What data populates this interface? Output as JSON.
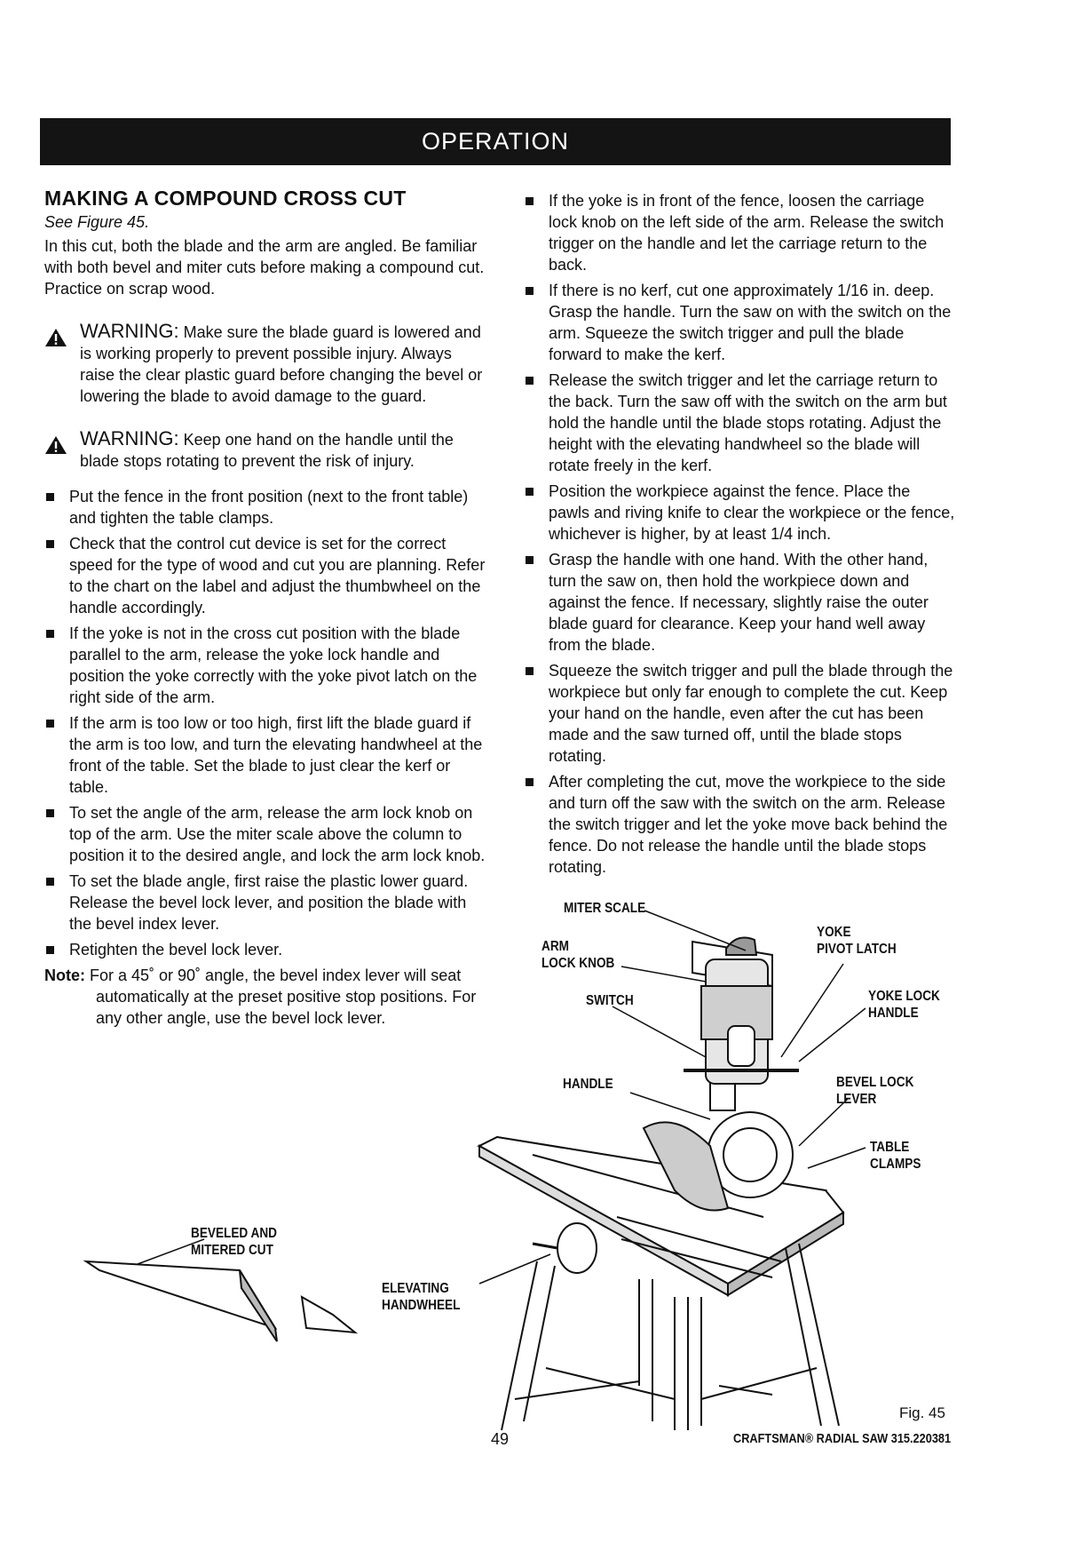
{
  "banner": "OPERATION",
  "section": {
    "title": "MAKING A COMPOUND CROSS CUT",
    "see": "See Figure 45.",
    "intro": "In this cut, both the blade and the arm are angled. Be familiar with both bevel and miter cuts before making a compound cut. Practice on scrap wood.",
    "warnings": [
      {
        "label": "WARNING:",
        "text": " Make sure the blade guard is lowered and is working properly to prevent possible injury. Always raise the clear plastic guard before changing the bevel or lowering the blade to avoid damage to the guard."
      },
      {
        "label": "WARNING:",
        "text": " Keep one hand on the handle until the blade stops rotating to prevent the risk of injury."
      }
    ],
    "steps_left": [
      "Put the fence in the front position (next to the front table) and tighten the table clamps.",
      "Check that the control cut device is set for the correct speed for the type of wood and cut you are planning. Refer to the chart on the label and adjust the thumbwheel on the handle accordingly.",
      "If the yoke is not in the cross cut position with the blade parallel to the arm, release the yoke lock handle and position the yoke correctly with the yoke pivot latch on the right side of the arm.",
      "If the arm is too low or too high, first lift the blade guard if the arm is too low, and turn the elevating handwheel at the front of the table. Set the blade to just clear the kerf or table.",
      "To set the angle of the arm, release the arm lock knob on top of the arm. Use the miter scale above the column to position it to the desired angle, and lock the arm lock knob.",
      "To set the blade angle, first raise the plastic lower guard. Release the bevel lock lever, and position the blade with the bevel index lever.",
      "Retighten the bevel lock lever."
    ],
    "note_label": "Note:",
    "note_text": " For a 45˚ or 90˚ angle, the bevel index lever will seat automatically at the preset positive stop positions. For any other angle, use the bevel lock lever.",
    "steps_right": [
      "If the yoke is in front of the fence, loosen the carriage lock knob on the left side of the arm. Release the switch trigger on the handle and let the carriage return to the back.",
      "If there is no kerf, cut one approximately 1/16 in. deep. Grasp the handle. Turn the saw on with the switch on the arm. Squeeze the switch trigger and pull the blade forward to make the kerf.",
      "Release the switch trigger and let the carriage return to the back. Turn the saw off with the switch on the arm but hold the handle until the blade stops rotating. Adjust the height with the elevating handwheel so the blade will rotate freely in the kerf.",
      "Position the workpiece against the fence. Place the pawls and riving knife to clear the workpiece or the fence, whichever is higher, by at least 1/4 inch.",
      "Grasp the handle with one hand. With the other hand, turn the saw on, then hold the workpiece down and against the fence. If necessary, slightly raise the outer blade guard for clearance. Keep your hand well away from the blade.",
      "Squeeze the switch trigger and pull the blade through the workpiece but only far enough to complete the cut. Keep your hand on the handle, even after the cut has been made and the saw turned off, until the blade stops rotating.",
      "After completing the cut, move the workpiece to the side and turn off the saw with the switch on the arm. Release the switch trigger and let the yoke move back behind the fence. Do not release the handle until the blade stops rotating."
    ]
  },
  "figure": {
    "labels": {
      "miter_scale": "MITER SCALE",
      "arm_lock_knob": "ARM\nLOCK KNOB",
      "switch": "SWITCH",
      "handle": "HANDLE",
      "yoke_pivot_latch": "YOKE\nPIVOT LATCH",
      "yoke_lock_handle": "YOKE LOCK\nHANDLE",
      "bevel_lock_lever": "BEVEL LOCK\nLEVER",
      "table_clamps": "TABLE\nCLAMPS",
      "beveled_mitered_cut": "BEVELED AND\nMITERED CUT",
      "elevating_handwheel": "ELEVATING\nHANDWHEEL"
    },
    "fig_number": "Fig. 45"
  },
  "footer": {
    "page_number": "49",
    "brand": "CRAFTSMAN® RADIAL SAW 315.220381"
  }
}
